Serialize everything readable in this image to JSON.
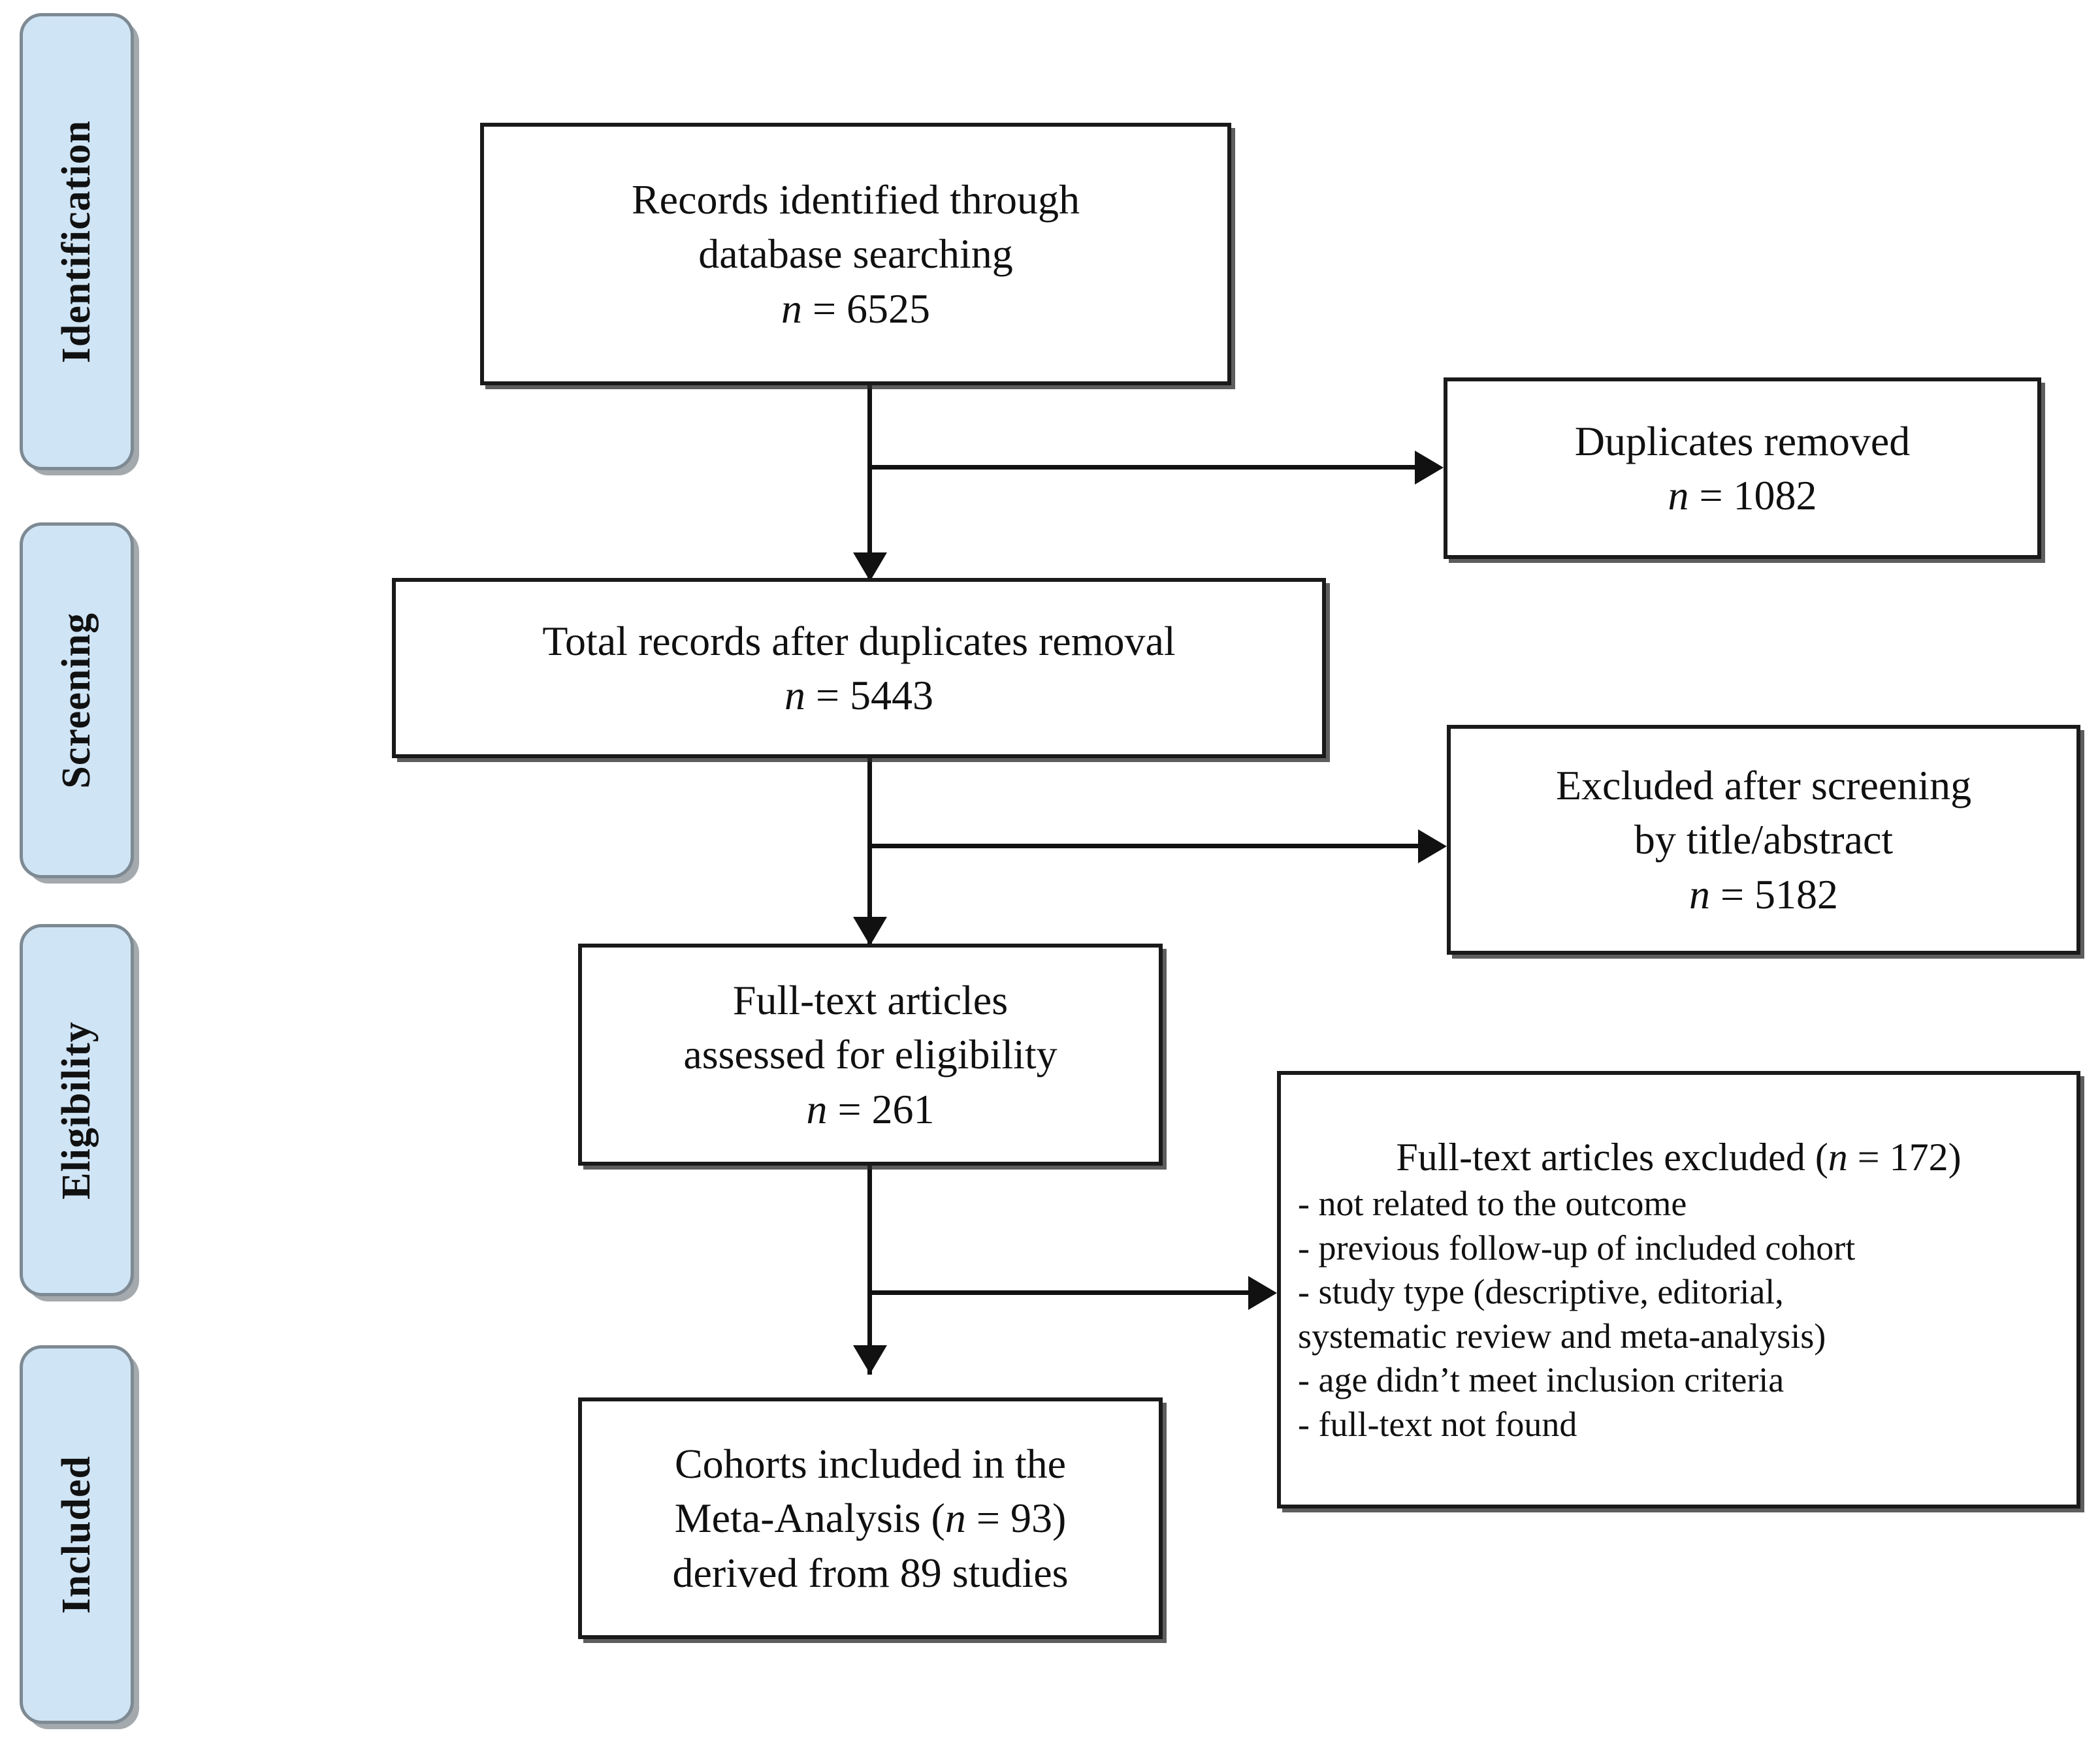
{
  "diagram": {
    "title": "PRISMA flow diagram",
    "accent_color": "#cfe4f5",
    "border_color": "#1a1a1a",
    "sidebar_border_color": "#7e8a93"
  },
  "stages": [
    {
      "label": "Identification"
    },
    {
      "label": "Screening"
    },
    {
      "label": "Eligibility"
    },
    {
      "label": "Included"
    }
  ],
  "boxes": {
    "records_identified": {
      "line1": "Records identified through",
      "line2": "database searching",
      "n_prefix": "n",
      "n_eq": " = ",
      "n_value": "6525"
    },
    "duplicates_removed": {
      "line1": "Duplicates removed",
      "n_prefix": "n",
      "n_eq": " = ",
      "n_value": "1082"
    },
    "total_after_duplicates": {
      "line1": "Total records after duplicates removal",
      "n_prefix": "n",
      "n_eq": " = ",
      "n_value": "5443"
    },
    "excluded_screening": {
      "line1": "Excluded after screening",
      "line2": "by title/abstract",
      "n_prefix": "n",
      "n_eq": " = ",
      "n_value": "5182"
    },
    "fulltext_assessed": {
      "line1": "Full-text articles",
      "line2": "assessed for eligibility",
      "n_prefix": "n",
      "n_eq": " = ",
      "n_value": "261"
    },
    "fulltext_excluded": {
      "heading_pre": "Full-text articles excluded (",
      "heading_n": "n",
      "heading_eq": " = ",
      "heading_value": "172",
      "heading_post": ")",
      "reasons": [
        "- not related to the outcome",
        "- previous follow-up of included cohort",
        "- study type (descriptive, editorial,",
        "systematic review and meta-analysis)",
        "- age didn’t meet inclusion criteria",
        "- full-text not found"
      ]
    },
    "cohorts_included": {
      "line1": "Cohorts included in the",
      "line2_pre": "Meta-Analysis (",
      "line2_n": "n",
      "line2_eq": " = ",
      "line2_value": "93",
      "line2_post": ")",
      "line3": "derived from 89 studies"
    }
  }
}
